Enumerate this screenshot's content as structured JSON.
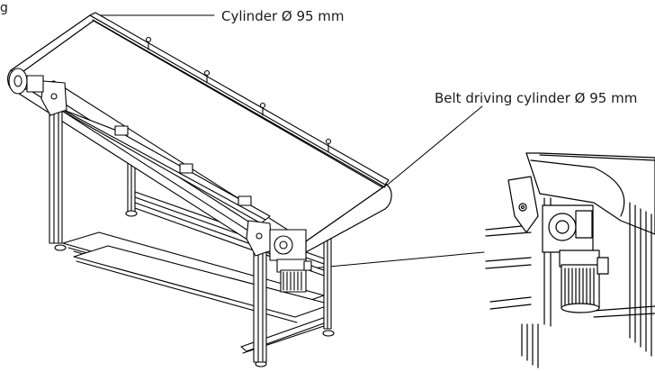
{
  "labels": {
    "fragment": "g",
    "cylinder": "Cylinder Ø 95 mm",
    "driving_cylinder": "Belt driving cylinder Ø 95 mm"
  },
  "colors": {
    "line": "#000000",
    "background": "#ffffff"
  }
}
